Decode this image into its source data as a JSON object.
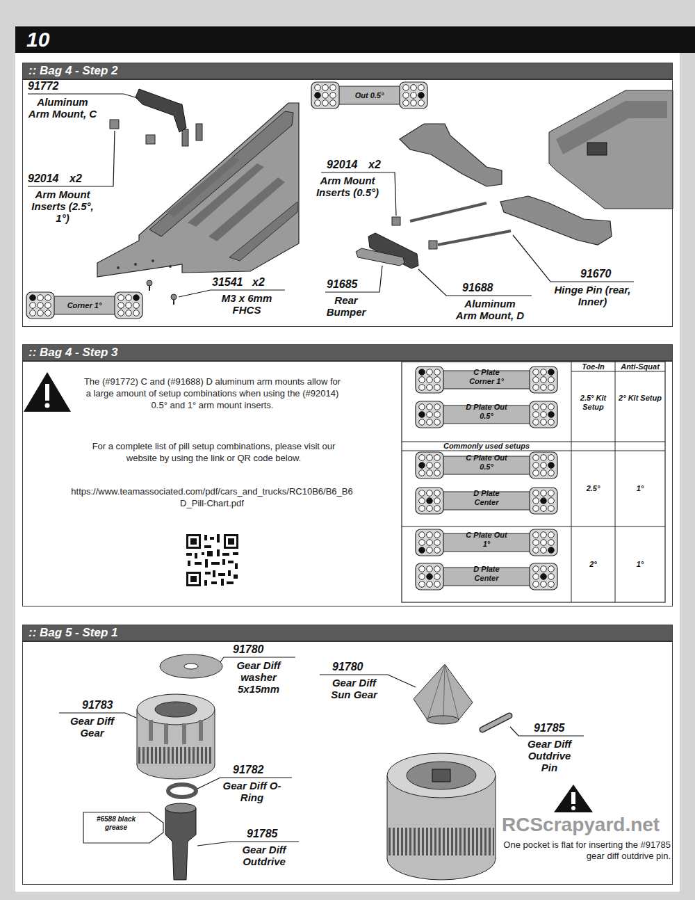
{
  "diagram": {
    "nodes": [
      {
        "text": [
          "10"
        ]
      },
      {
        "text": [
          ":: Bag 4 - Step 2"
        ]
      },
      {
        "text": [
          ":: Bag 4 - Step 3"
        ]
      },
      {
        "text": [
          ":: Bag 5 - Step 1"
        ]
      }
    ],
    "labels": [
      "91772",
      "Aluminum Arm Mount, C",
      "92014",
      "x2",
      "Arm Mount Inserts (2.5°, 1°)",
      "Corner 1°",
      "31541",
      "x2",
      "M3 x 6mm FHCS",
      "Out 0.5°",
      "92014",
      "x2",
      "Arm Mount Inserts (0.5°)",
      "91685",
      "Rear Bumper",
      "91688",
      "Aluminum Arm Mount, D",
      "91670",
      "Hinge Pin (rear, Inner)",
      "The (#91772) C and (#91688) D aluminum arm mounts allow for a large amount of setup combinations when using the (#92014) 0.5° and 1° arm mount inserts.",
      "For a complete list of pill setup combinations, please visit our website by using the link or QR code below.",
      "https://www.teamassociated.com/pdf/cars_and_trucks/RC10B6/B6_B6D_Pill-Chart.pdf",
      "C Plate Corner 1°",
      "D Plate Out 0.5°",
      "Toe-In",
      "Anti-Squat",
      "2.5° Kit Setup",
      "2° Kit Setup",
      "Commonly used setups",
      "C Plate Out 0.5°",
      "D Plate Center",
      "2.5°",
      "1°",
      "C Plate Out 1°",
      "D Plate Center",
      "2°",
      "1°",
      "91780",
      "Gear Diff washer 5x15mm",
      "91783",
      "Gear Diff Gear",
      "91782",
      "Gear Diff O-Ring",
      "#6588 black grease",
      "91785",
      "Gear Diff Outdrive",
      "91780",
      "Gear Diff Sun Gear",
      "91785",
      "Gear Diff Outdrive Pin",
      "One pocket is flat for inserting the #91785 gear diff outdrive pin.",
      "RCScrapyard.net"
    ]
  }
}
